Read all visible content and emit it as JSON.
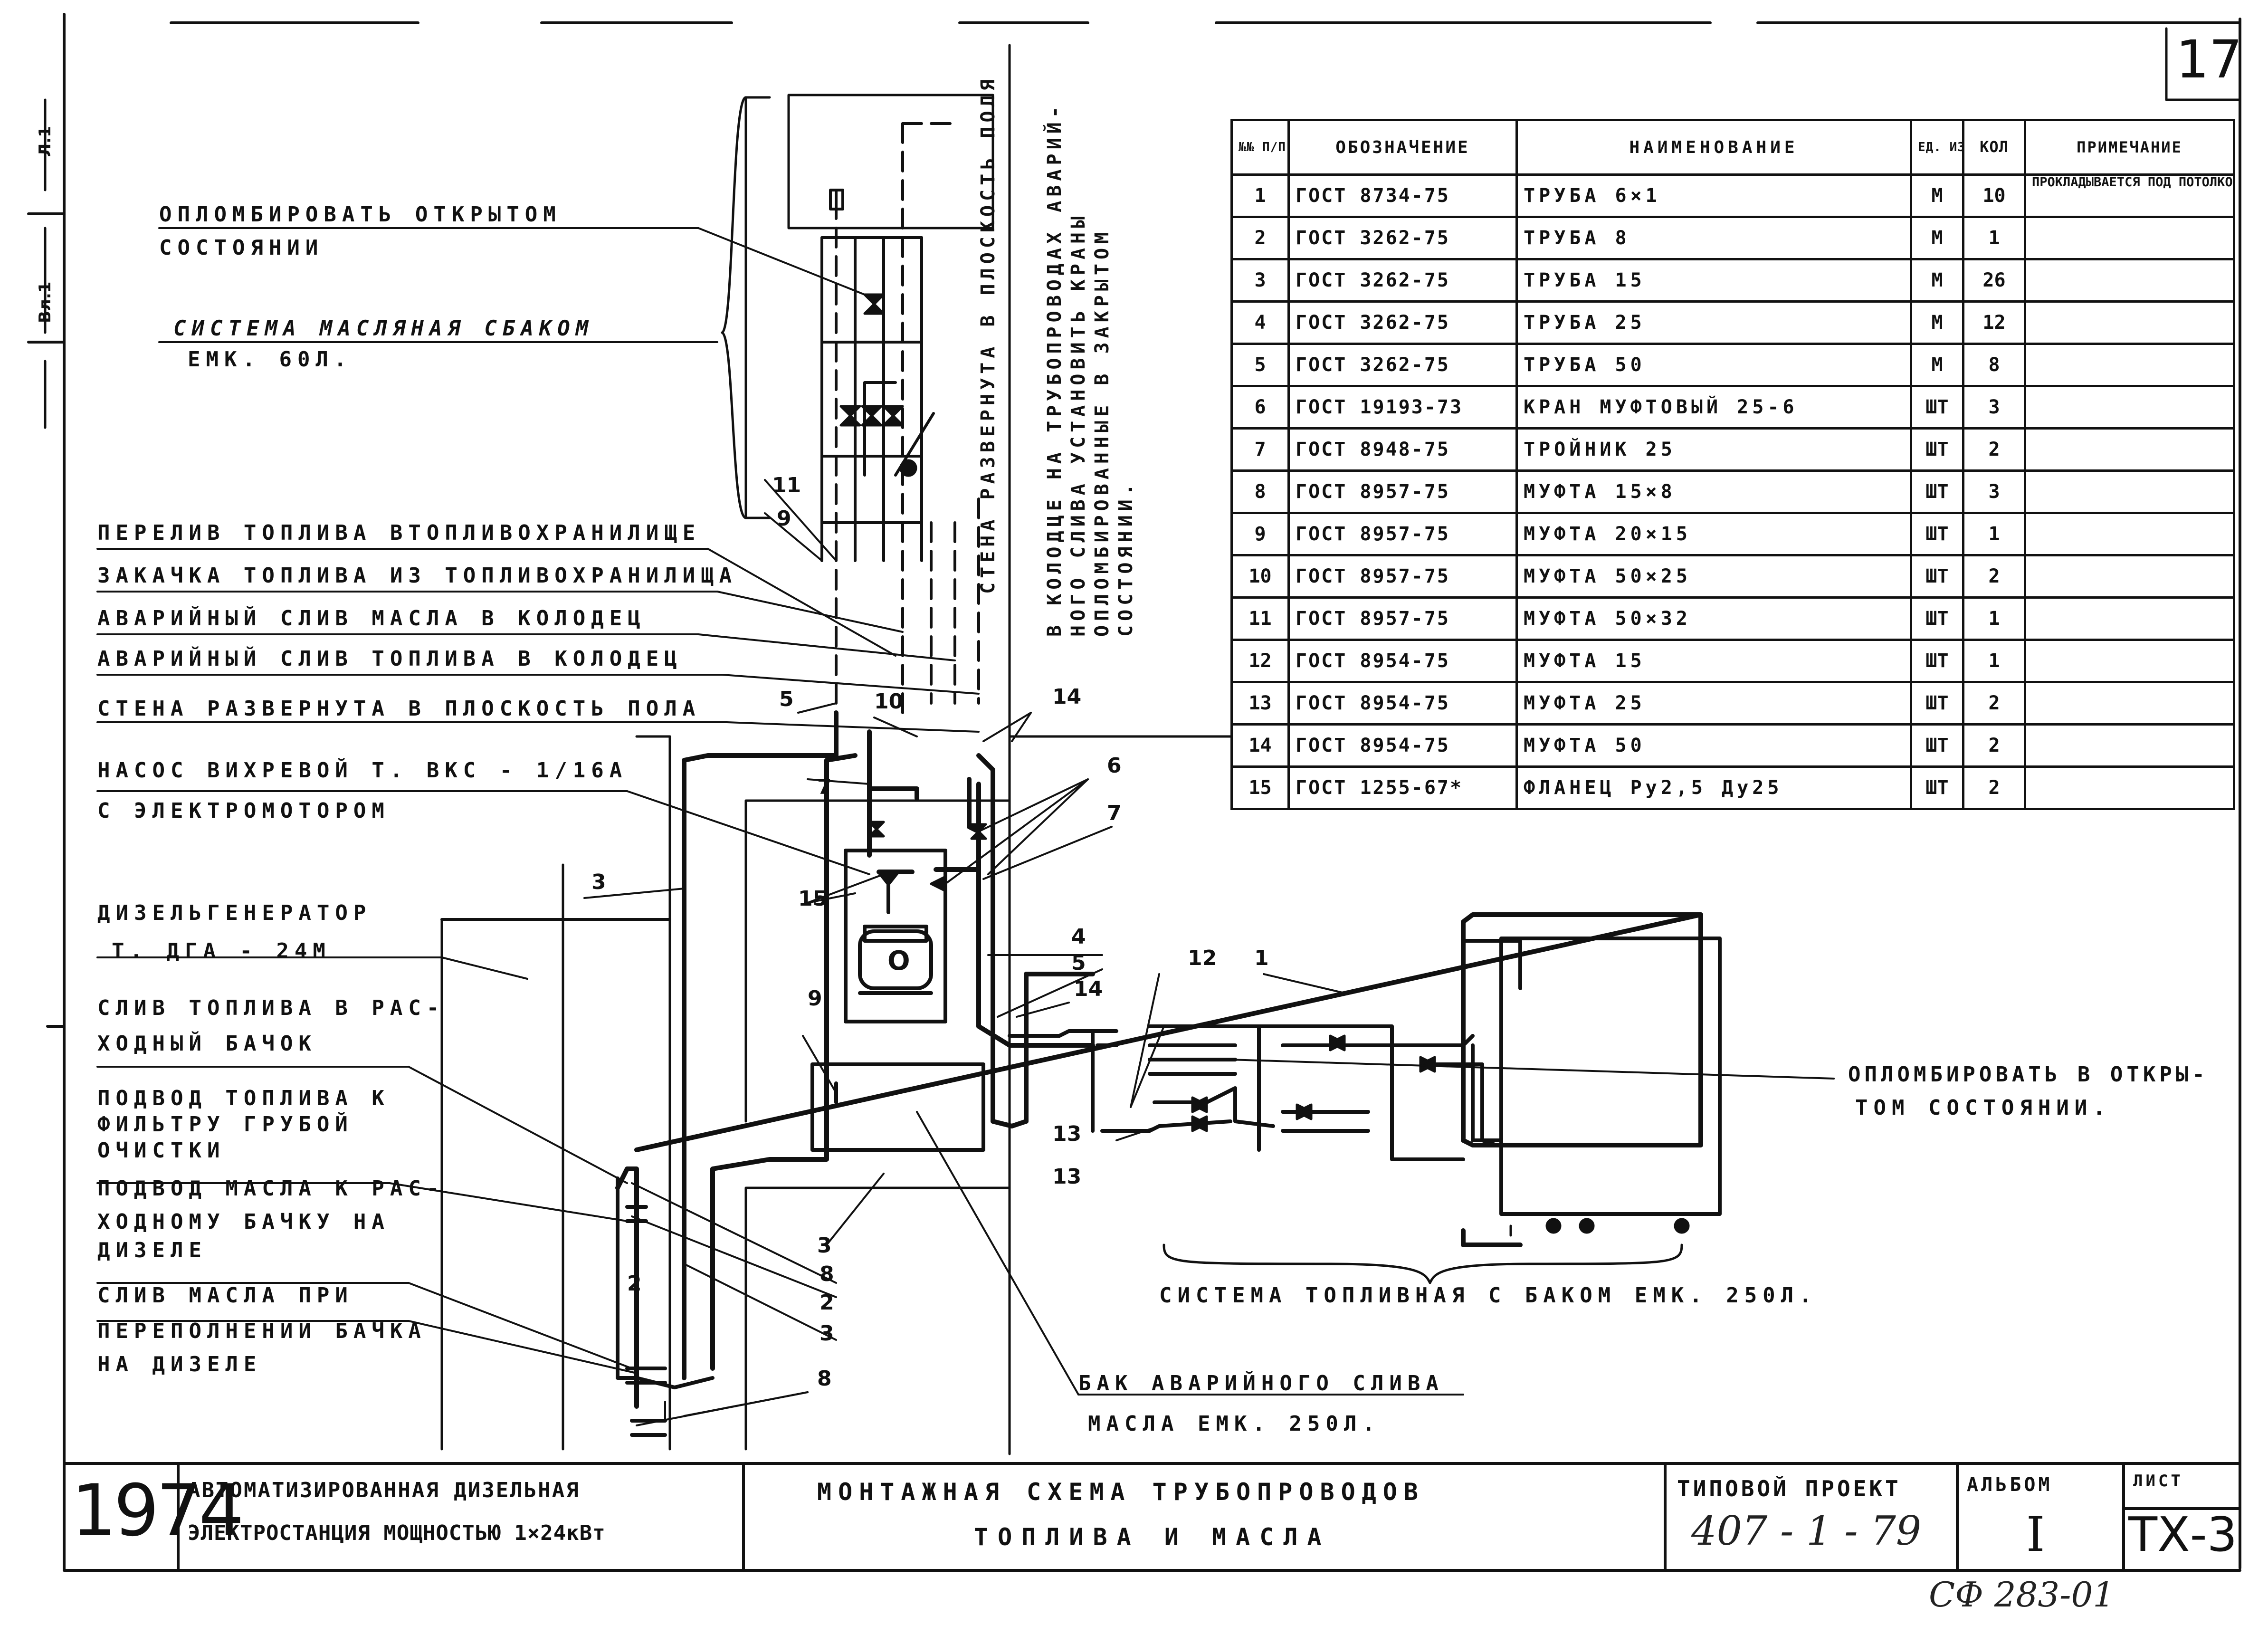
{
  "sheet_number": "17",
  "callouts": {
    "seal_open_top_l1": "ОПЛОМБИРОВАТЬ ОТКРЫТОМ",
    "seal_open_top_l2": "СОСТОЯНИИ",
    "oil_system_l1": "СИСТЕМА МАСЛЯНАЯ СБАКОМ",
    "oil_system_l2": "ЕМК. 60Л.",
    "fuel_overflow": "ПЕРЕЛИВ ТОПЛИВА ВТОПЛИВОХРАНИЛИЩЕ",
    "fuel_pumping": "ЗАКАЧКА ТОПЛИВА ИЗ ТОПЛИВОХРАНИЛИЩА",
    "oil_emergency": "АВАРИЙНЫЙ СЛИВ МАСЛА В КОЛОДЕЦ",
    "fuel_emergency": "АВАРИЙНЫЙ СЛИВ ТОПЛИВА В КОЛОДЕЦ",
    "wall_floor": "СТЕНА РАЗВЕРНУТА В ПЛОСКОСТЬ ПОЛА",
    "pump_l1": "НАСОС ВИХРЕВОЙ Т. ВКС - 1/16А",
    "pump_l2": "С ЭЛЕКТРОМОТОРОМ",
    "genset_l1": "ДИЗЕЛЬГЕНЕРАТОР",
    "genset_l2": "Т. ДГА - 24М",
    "drain_tank_l1": "СЛИВ ТОПЛИВА В РАС-",
    "drain_tank_l2": "ХОДНЫЙ БАЧОК",
    "filter_l1": "ПОДВОД ТОПЛИВА К",
    "filter_l2": "ФИЛЬТРУ ГРУБОЙ",
    "filter_l3": "ОЧИСТКИ",
    "oil_supply_l1": "ПОДВОД МАСЛА К РАС-",
    "oil_supply_l2": "ХОДНОМУ БАЧКУ НА",
    "oil_supply_l3": "ДИЗЕЛЕ",
    "oil_overflow_l1": "СЛИВ МАСЛА ПРИ",
    "oil_overflow_l2": "ПЕРЕПОЛНЕНИИ БАЧКА",
    "oil_overflow_l3": "НА ДИЗЕЛЕ",
    "seal_open_right_l1": "ОПЛОМБИРОВАТЬ В ОТКРЫ-",
    "seal_open_right_l2": "ТОМ СОСТОЯНИИ.",
    "fuel_system": "СИСТЕМА ТОПЛИВНАЯ С БАКОМ ЕМК. 250Л.",
    "emergency_tank_l1": "БАК АВАРИЙНОГО СЛИВА",
    "emergency_tank_l2": "МАСЛА ЕМК. 250Л.",
    "vertical_wall": "СТЕНА РАЗВЕРНУТА В ПЛОСКОСТЬ ПОЛЯ",
    "vertical_well_l1": "В КОЛОДЦЕ НА ТРУБОПРОВОДАХ АВАРИЙ-",
    "vertical_well_l2": "НОГО СЛИВА УСТАНОВИТЬ КРАНЫ",
    "vertical_well_l3": "ОПЛОМБИРОВАННЫЕ В ЗАКРЫТОМ",
    "vertical_well_l4": "СОСТОЯНИИ.",
    "pump_letter": "О"
  },
  "position_numbers": {
    "p11": "11",
    "p9_top": "9",
    "p5_top": "5",
    "p10": "10",
    "p14_top": "14",
    "p6": "6",
    "p7_left": "7",
    "p7_right": "7",
    "p3_left": "3",
    "p15": "15",
    "p4": "4",
    "p5_mid": "5",
    "p14_mid": "14",
    "p12": "12",
    "p1": "1",
    "p9_low": "9",
    "p13_a": "13",
    "p13_b": "13",
    "p3_low": "3",
    "p8_a": "8",
    "p2_a": "2",
    "p3_b": "3",
    "p2_left": "2",
    "p8_b": "8"
  },
  "left_margin_marks": {
    "m1": "Л.1",
    "m2": "Вл.1"
  },
  "spec_table": {
    "headers": {
      "no": "№№ П/П",
      "designation": "ОБОЗНАЧЕНИЕ",
      "name": "НАИМЕНОВАНИЕ",
      "unit": "ЕД. ИЗМ",
      "qty": "КОЛ",
      "note": "ПРИМЕЧАНИЕ"
    },
    "rows": [
      {
        "no": "1",
        "designation": "ГОСТ 8734-75",
        "name": "ТРУБА 6×1",
        "unit": "М",
        "qty": "10",
        "note": "ПРОКЛАДЫВАЕТСЯ ПОД ПОТОЛКОМ"
      },
      {
        "no": "2",
        "designation": "ГОСТ 3262-75",
        "name": "ТРУБА 8",
        "unit": "М",
        "qty": "1",
        "note": ""
      },
      {
        "no": "3",
        "designation": "ГОСТ 3262-75",
        "name": "ТРУБА 15",
        "unit": "М",
        "qty": "26",
        "note": ""
      },
      {
        "no": "4",
        "designation": "ГОСТ 3262-75",
        "name": "ТРУБА 25",
        "unit": "М",
        "qty": "12",
        "note": ""
      },
      {
        "no": "5",
        "designation": "ГОСТ 3262-75",
        "name": "ТРУБА 50",
        "unit": "М",
        "qty": "8",
        "note": ""
      },
      {
        "no": "6",
        "designation": "ГОСТ 19193-73",
        "name": "КРАН МУФТОВЫЙ 25-6",
        "unit": "ШТ",
        "qty": "3",
        "note": ""
      },
      {
        "no": "7",
        "designation": "ГОСТ 8948-75",
        "name": "ТРОЙНИК 25",
        "unit": "ШТ",
        "qty": "2",
        "note": ""
      },
      {
        "no": "8",
        "designation": "ГОСТ 8957-75",
        "name": "МУФТА 15×8",
        "unit": "ШТ",
        "qty": "3",
        "note": ""
      },
      {
        "no": "9",
        "designation": "ГОСТ 8957-75",
        "name": "МУФТА 20×15",
        "unit": "ШТ",
        "qty": "1",
        "note": ""
      },
      {
        "no": "10",
        "designation": "ГОСТ 8957-75",
        "name": "МУФТА 50×25",
        "unit": "ШТ",
        "qty": "2",
        "note": ""
      },
      {
        "no": "11",
        "designation": "ГОСТ 8957-75",
        "name": "МУФТА 50×32",
        "unit": "ШТ",
        "qty": "1",
        "note": ""
      },
      {
        "no": "12",
        "designation": "ГОСТ 8954-75",
        "name": "МУФТА 15",
        "unit": "ШТ",
        "qty": "1",
        "note": ""
      },
      {
        "no": "13",
        "designation": "ГОСТ 8954-75",
        "name": "МУФТА 25",
        "unit": "ШТ",
        "qty": "2",
        "note": ""
      },
      {
        "no": "14",
        "designation": "ГОСТ 8954-75",
        "name": "МУФТА 50",
        "unit": "ШТ",
        "qty": "2",
        "note": ""
      },
      {
        "no": "15",
        "designation": "ГОСТ 1255-67*",
        "name": "ФЛАНЕЦ Ру2,5 Ду25",
        "unit": "ШТ",
        "qty": "2",
        "note": ""
      }
    ]
  },
  "title_block": {
    "year": "1974",
    "project_l1": "АВТОМАТИЗИРОВАННАЯ ДИЗЕЛЬНАЯ",
    "project_l2": "ЭЛЕКТРОСТАНЦИЯ МОЩНОСТЬЮ 1×24кВт",
    "drawing_l1": "МОНТАЖНАЯ СХЕМА ТРУБОПРОВОДОВ",
    "drawing_l2": "ТОПЛИВА И МАСЛА",
    "typical_label": "ТИПОВОЙ ПРОЕКТ",
    "typical_number": "407 - 1 - 79",
    "album_label": "АЛЬБОМ",
    "album_value": "I",
    "sheet_label": "ЛИСТ",
    "sheet_value": "ТХ-3",
    "archive_code": "СФ 283-01"
  }
}
